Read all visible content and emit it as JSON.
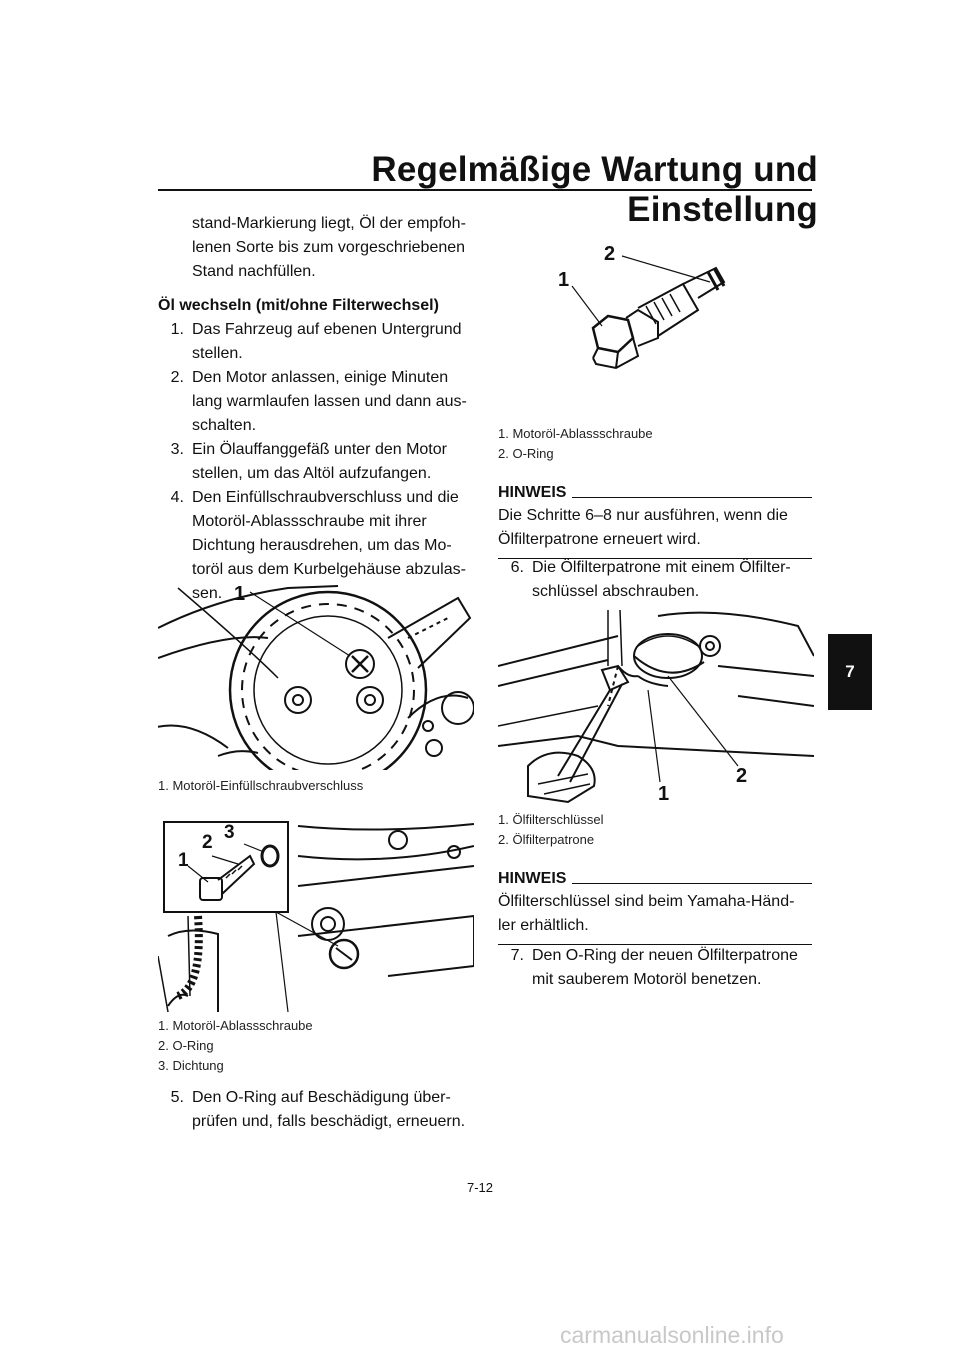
{
  "header": {
    "title": "Regelmäßige Wartung und Einstellung"
  },
  "chapter_tab": "7",
  "left": {
    "intro_lines": [
      "stand-Markierung liegt, Öl der empfoh-",
      "lenen Sorte bis zum vorgeschriebenen",
      "Stand nachfüllen."
    ],
    "section_heading": "Öl wechseln (mit/ohne Filterwechsel)",
    "steps": [
      {
        "num": "1.",
        "lines": [
          "Das Fahrzeug auf ebenen Untergrund",
          "stellen."
        ]
      },
      {
        "num": "2.",
        "lines": [
          "Den Motor anlassen, einige Minuten",
          "lang warmlaufen lassen und dann aus-",
          "schalten."
        ]
      },
      {
        "num": "3.",
        "lines": [
          "Ein Ölauffanggefäß unter den Motor",
          "stellen, um das Altöl aufzufangen."
        ]
      },
      {
        "num": "4.",
        "lines": [
          "Den Einfüllschraubverschluss und die",
          "Motoröl-Ablassschraube mit ihrer",
          "Dichtung herausdrehen, um das Mo-",
          "toröl aus dem Kurbelgehäuse abzulas-",
          "sen."
        ]
      }
    ],
    "figure1": {
      "labels": [
        "1"
      ],
      "captions": [
        "1.  Motoröl-Einfüllschraubverschluss"
      ]
    },
    "figure2": {
      "labels": [
        "1",
        "2",
        "3"
      ],
      "captions": [
        "1.  Motoröl-Ablassschraube",
        "2.  O-Ring",
        "3.  Dichtung"
      ]
    },
    "step5": {
      "num": "5.",
      "lines": [
        "Den O-Ring auf Beschädigung über-",
        "prüfen und, falls beschädigt, erneuern."
      ]
    }
  },
  "right": {
    "figure3": {
      "labels": [
        "1",
        "2"
      ],
      "captions": [
        "1.  Motoröl-Ablassschraube",
        "2.  O-Ring"
      ]
    },
    "hinweis1": {
      "heading": "HINWEIS",
      "lines": [
        "Die Schritte 6–8 nur ausführen, wenn die",
        "Ölfilterpatrone erneuert wird."
      ]
    },
    "step6": {
      "num": "6.",
      "lines": [
        "Die Ölfilterpatrone mit einem Ölfilter-",
        "schlüssel abschrauben."
      ]
    },
    "figure4": {
      "labels": [
        "1",
        "2"
      ],
      "captions": [
        "1.  Ölfilterschlüssel",
        "2.  Ölfilterpatrone"
      ]
    },
    "hinweis2": {
      "heading": "HINWEIS",
      "lines": [
        "Ölfilterschlüssel sind beim Yamaha-Händ-",
        "ler erhältlich."
      ]
    },
    "step7": {
      "num": "7.",
      "lines": [
        "Den O-Ring der neuen Ölfilterpatrone",
        "mit sauberem Motoröl benetzen."
      ]
    }
  },
  "footer": {
    "page_number": "7-12",
    "watermark": "carmanualsonline.info"
  }
}
